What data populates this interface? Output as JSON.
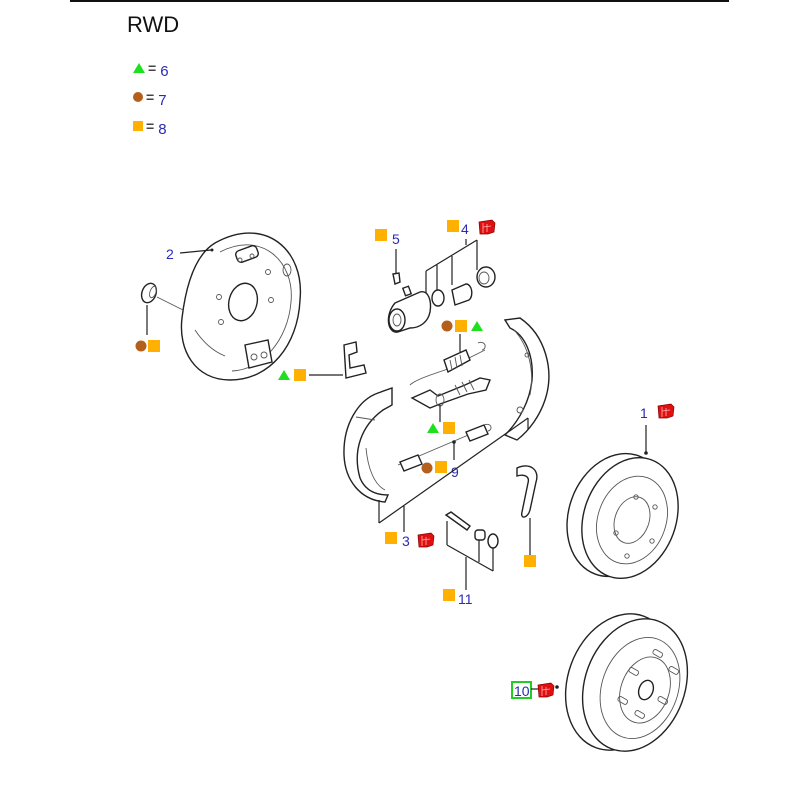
{
  "title": "RWD",
  "legend": [
    {
      "symbol": "triangle",
      "color": "#1ee01e",
      "equals": "=",
      "value": "6"
    },
    {
      "symbol": "circle",
      "color": "#b45f1b",
      "equals": "=",
      "value": "7"
    },
    {
      "symbol": "square",
      "color": "#ffb000",
      "equals": "=",
      "value": "8"
    }
  ],
  "colors": {
    "triangle": "#1ee01e",
    "circle": "#b45f1b",
    "square": "#ffb000",
    "callout_text": "#2b2bb5",
    "replacement_icon": "#e01010",
    "highlight_box": "#22cc22"
  },
  "callouts": [
    {
      "id": "1",
      "label": "1",
      "part": "brake-drum",
      "has_part_icon": true
    },
    {
      "id": "2",
      "label": "2",
      "part": "brake-backing-plate",
      "has_part_icon": false
    },
    {
      "id": "3",
      "label": "3",
      "part": "brake-shoe-set",
      "has_part_icon": true
    },
    {
      "id": "4",
      "label": "4",
      "part": "wheel-cylinder-kit",
      "has_part_icon": true
    },
    {
      "id": "5",
      "label": "5",
      "part": "bleeder-screw",
      "has_part_icon": false
    },
    {
      "id": "9",
      "label": "9",
      "part": "return-spring",
      "has_part_icon": false
    },
    {
      "id": "10",
      "label": "10",
      "part": "brake-drum-assembly",
      "has_part_icon": true,
      "highlighted": true
    },
    {
      "id": "11",
      "label": "11",
      "part": "hold-down-kit",
      "has_part_icon": false
    }
  ],
  "icons": {
    "part_icon": "replacement-part-icon"
  }
}
